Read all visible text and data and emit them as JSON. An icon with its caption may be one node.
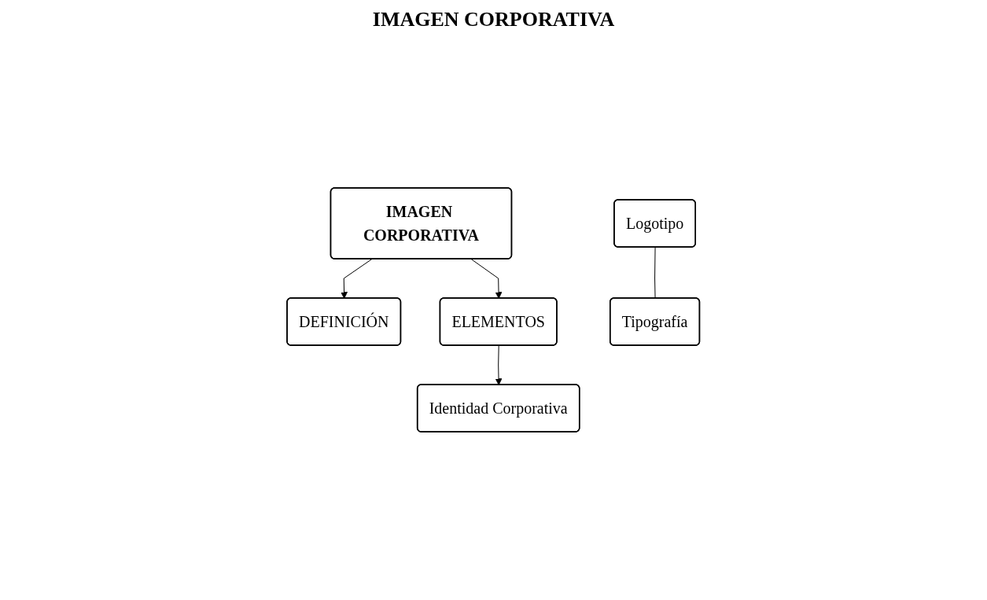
{
  "diagram": {
    "title": "IMAGEN CORPORATIVA",
    "nodes": [
      {
        "text": [
          "IMAGEN CORPORATIVA"
        ]
      },
      {
        "text": [
          "DEFINICIÓN"
        ]
      },
      {
        "text": [
          "ELEMENTOS"
        ]
      },
      {
        "text": [
          "Logotipo"
        ]
      },
      {
        "text": [
          "Tipografía"
        ]
      },
      {
        "text": [
          "Identidad Corporativa"
        ]
      }
    ],
    "edges": [
      {
        "from": 0,
        "to": 1,
        "arrow": "to"
      },
      {
        "from": 0,
        "to": 2,
        "arrow": "to"
      },
      {
        "from": 2,
        "to": 5,
        "arrow": "to"
      },
      {
        "from": 3,
        "to": 4,
        "arrow": "none"
      }
    ]
  }
}
